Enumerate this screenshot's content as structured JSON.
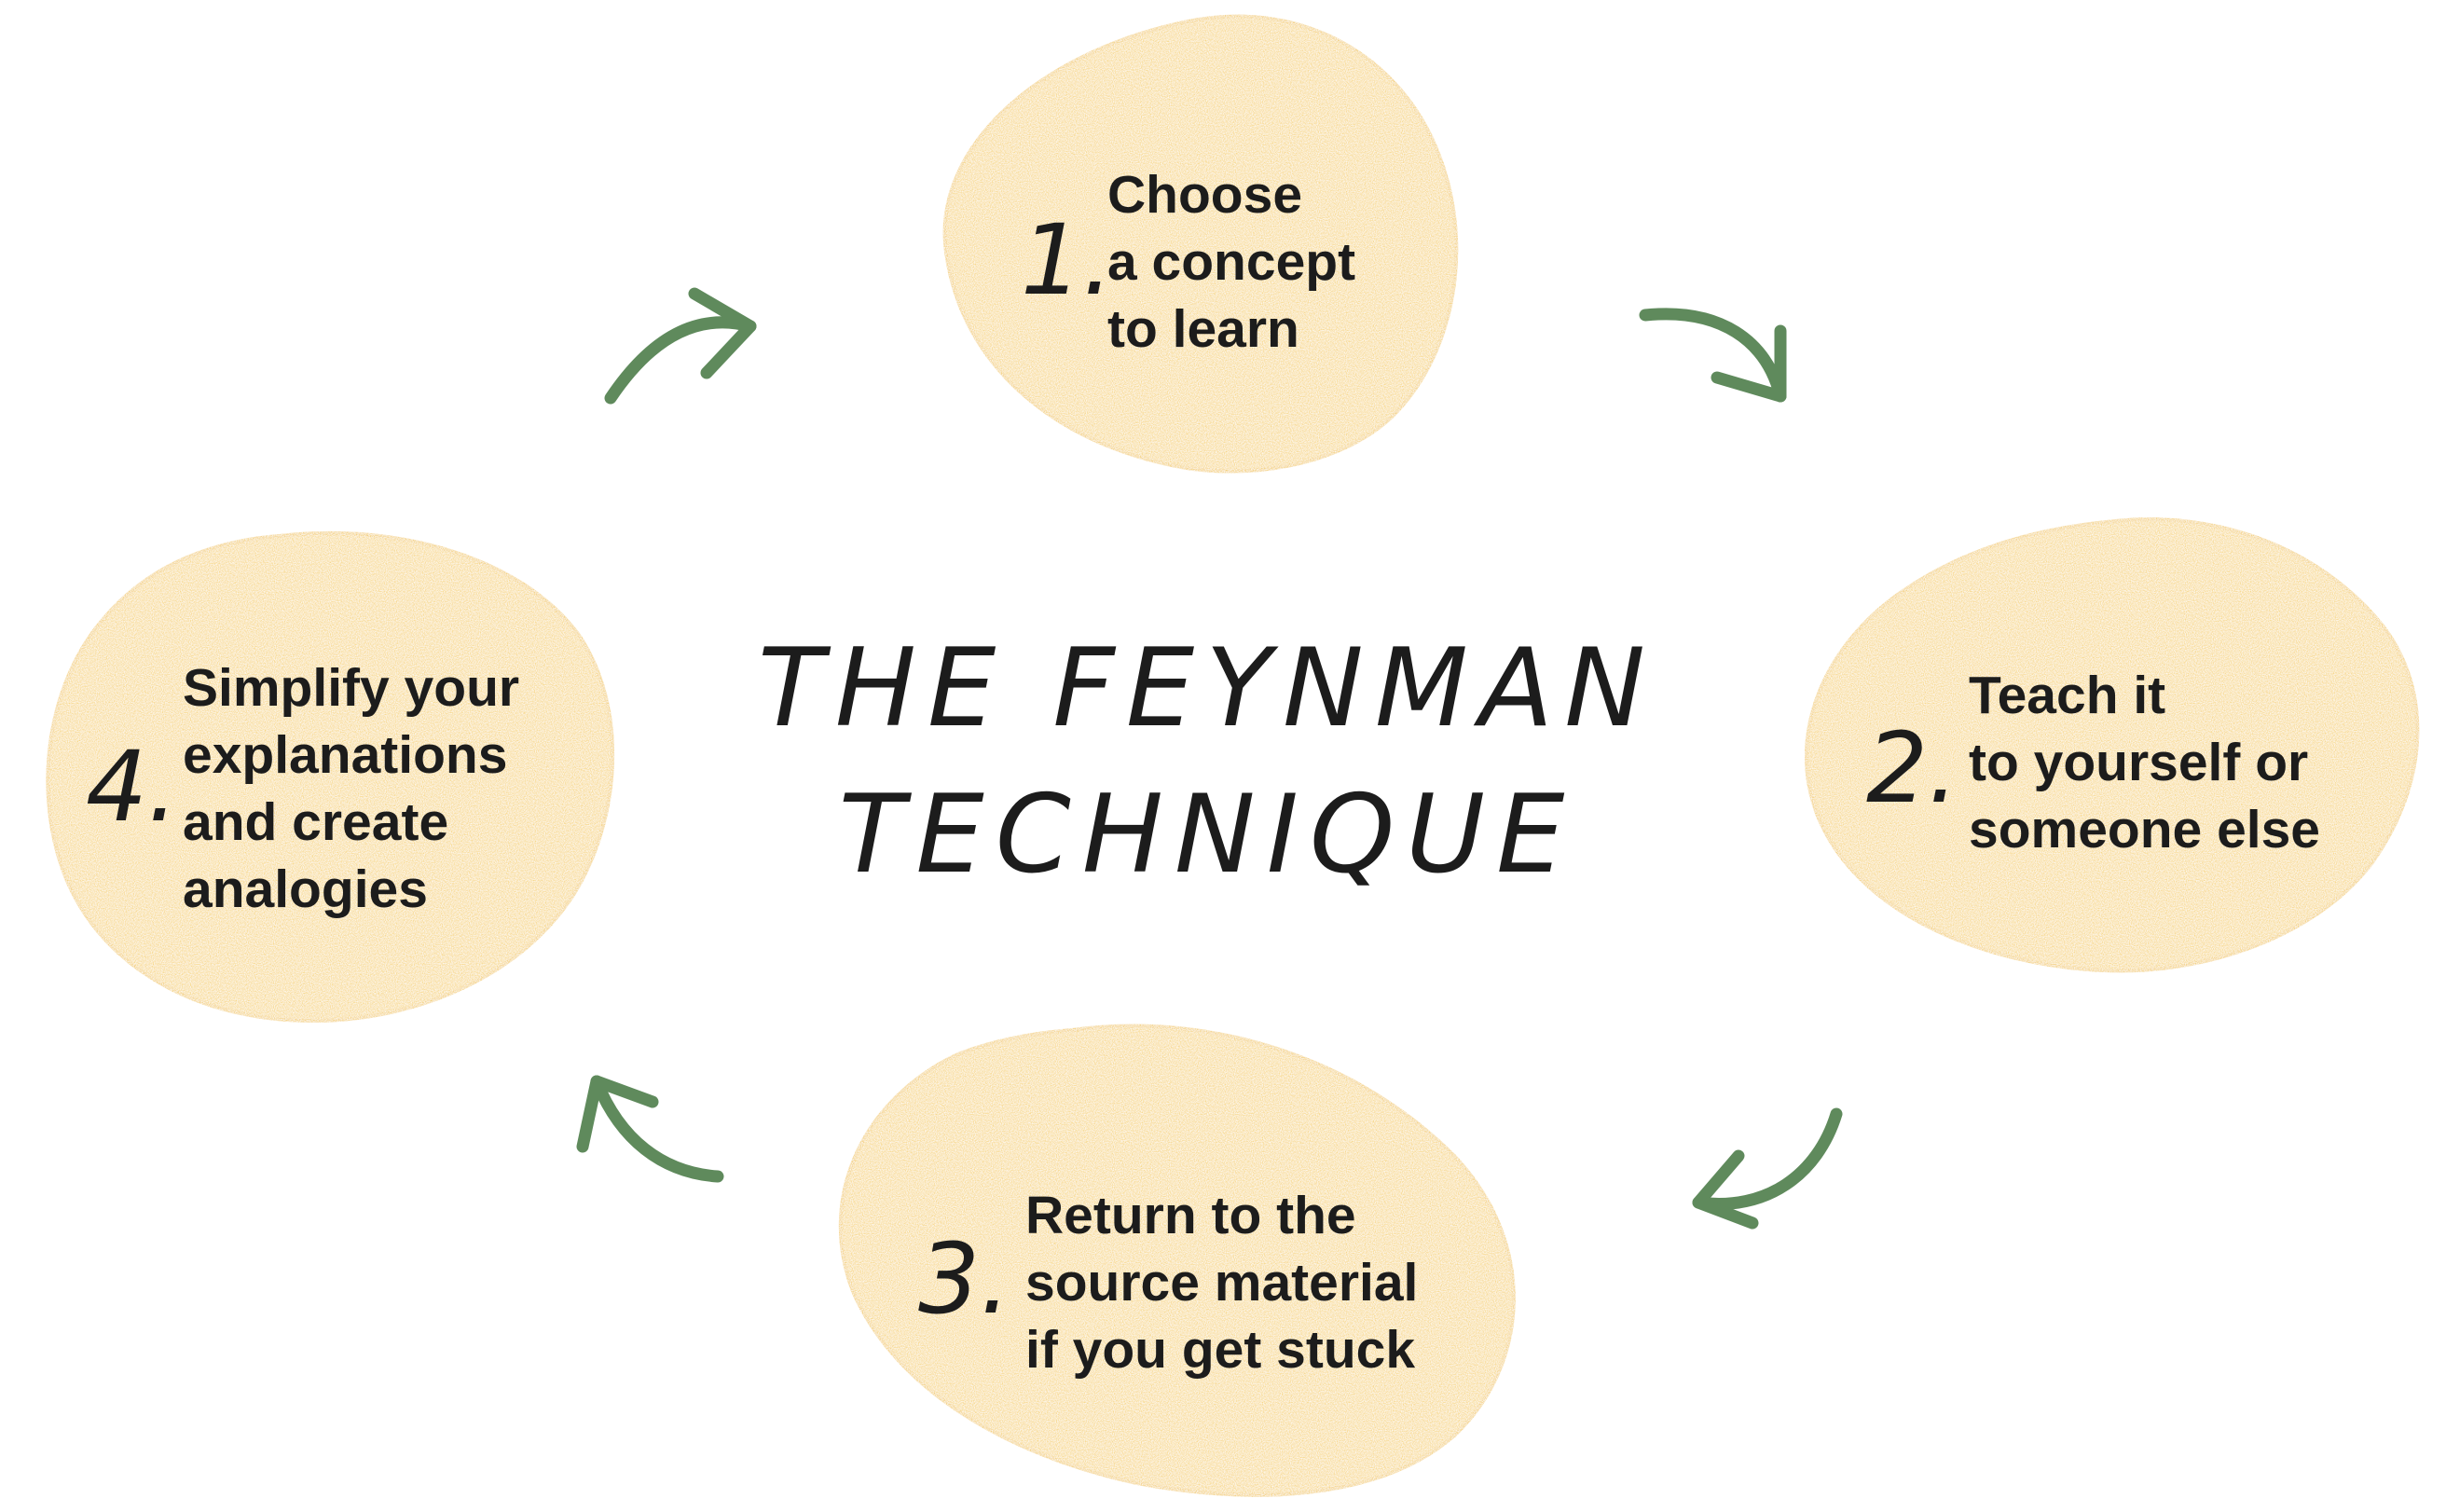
{
  "title": {
    "line1": "THE FEYNMAN",
    "line2": "TECHNIQUE"
  },
  "steps": [
    {
      "number": "1.",
      "lines": [
        "Choose",
        "a concept",
        "to learn"
      ]
    },
    {
      "number": "2.",
      "lines": [
        "Teach it",
        "to yourself or",
        "someone else"
      ]
    },
    {
      "number": "3.",
      "lines": [
        "Return to the",
        "source material",
        "if you get stuck"
      ]
    },
    {
      "number": "4.",
      "lines": [
        "Simplify your",
        "explanations",
        "and create",
        "analogies"
      ]
    }
  ],
  "colors": {
    "blob": "#f7d57a",
    "blob_edge": "#f3cc66",
    "arrow": "#5f8a5c",
    "text": "#1c1c1c"
  },
  "icons": [
    "curved-arrow-icon"
  ]
}
